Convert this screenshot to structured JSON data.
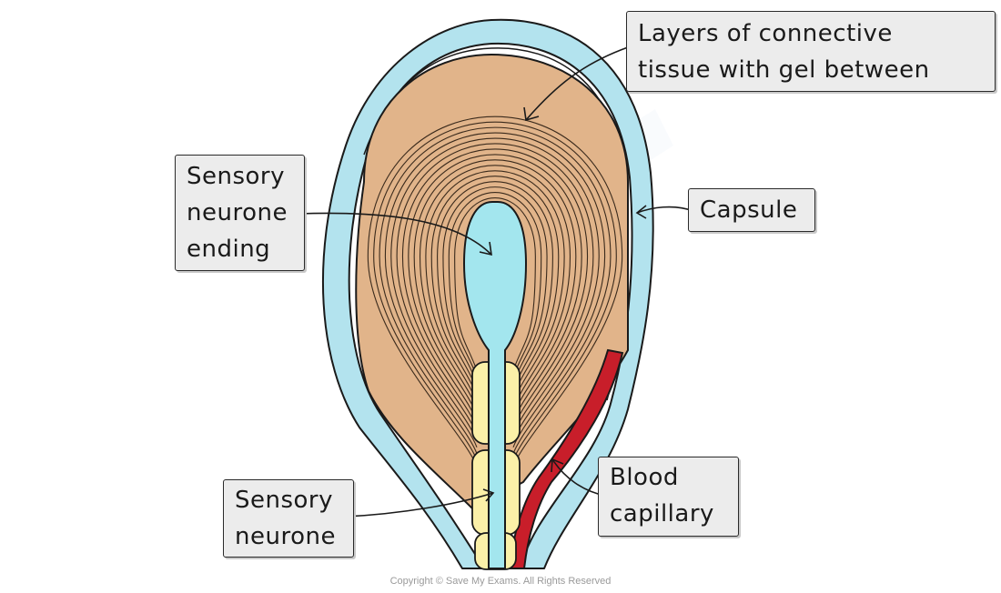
{
  "labels": {
    "connective_tissue": {
      "line1": "Layers of connective",
      "line2": "tissue with gel between"
    },
    "capsule": "Capsule",
    "sensory_ending": {
      "line1": "Sensory",
      "line2": "neurone",
      "line3": "ending"
    },
    "sensory_neurone": {
      "line1": "Sensory",
      "line2": "neurone"
    },
    "blood_capillary": {
      "line1": "Blood",
      "line2": "capillary"
    }
  },
  "copyright": "Copyright © Save My Exams. All Rights Reserved",
  "colors": {
    "capsule": "#b3e3ee",
    "connective_tissue": "#e1b48a",
    "neurone_ending": "#a3e6ee",
    "myelin": "#fbf0a8",
    "capillary": "#c81e2a",
    "label_bg": "#ececec"
  }
}
